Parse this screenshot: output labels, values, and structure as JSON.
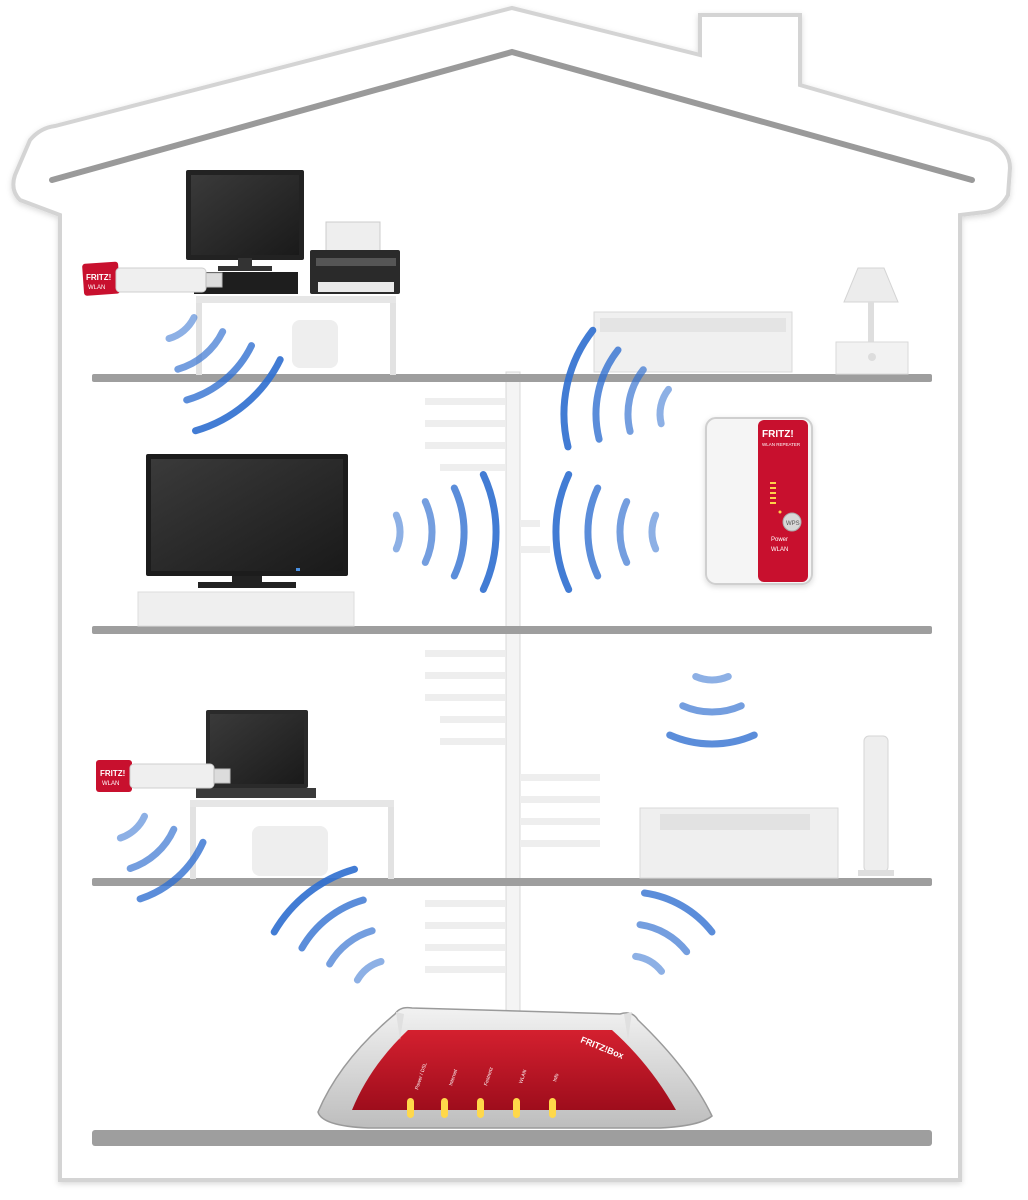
{
  "repeater": {
    "brand": "FRITZ!",
    "model": "WLAN REPEATER",
    "wps_label": "WPS",
    "power_label": "Power",
    "wlan_label": "WLAN"
  },
  "router": {
    "brand": "FRITZ!Box",
    "leds": [
      "Power / DSL",
      "Internet",
      "Festnetz",
      "WLAN",
      "Info"
    ]
  },
  "usb_stick": {
    "brand": "FRITZ!",
    "model": "WLAN"
  },
  "colors": {
    "fritz_red": "#c8102e",
    "wave_blue": "#2f6fd0",
    "house_outline": "#d9d9d9",
    "shelf_gray": "#9a9a9a",
    "screen_dark": "#2c2c2c"
  }
}
